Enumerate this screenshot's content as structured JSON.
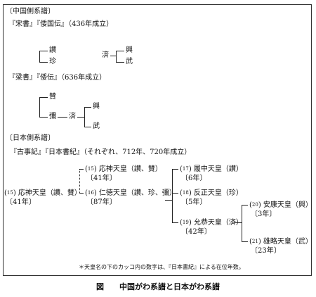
{
  "china": {
    "header": "〔中国側系譜〕",
    "song": {
      "source": "『宋書』『倭国伝』（436年成立）",
      "names": [
        "讃",
        "珍",
        "済",
        "興",
        "武"
      ]
    },
    "liang": {
      "source": "『梁書』『倭伝』（636年成立）",
      "names": [
        "賛",
        "彌",
        "済",
        "興",
        "武"
      ]
    }
  },
  "japan": {
    "header": "〔日本側系譜〕",
    "source": "『古事記』『日本書紀』（それぞれ、712年、720年成立）",
    "emperors": [
      {
        "num": "15",
        "name": "応神天皇（讃、賛）",
        "years": "〔41年〕"
      },
      {
        "num": "15",
        "name": "応神天皇（讃、賛）",
        "years": "〔41年〕"
      },
      {
        "num": "16",
        "name": "仁徳天皇（讃、珍、彌）",
        "years": "〔87年〕"
      },
      {
        "num": "17",
        "name": "履中天皇（讃）",
        "years": "〔6年〕"
      },
      {
        "num": "18",
        "name": "反正天皇（珍）",
        "years": "〔5年〕"
      },
      {
        "num": "19",
        "name": "允恭天皇（済）",
        "years": "〔42年〕"
      },
      {
        "num": "20",
        "name": "安康天皇（興）",
        "years": "〔3年〕"
      },
      {
        "num": "21",
        "name": "雄略天皇（武）",
        "years": "〔23年〕"
      }
    ]
  },
  "note": "＊天皇名の下のカッコ内の数字は、『日本書紀』による在位年数。",
  "caption": {
    "label": "図",
    "title": "中国がわ系譜と日本がわ系譜"
  }
}
